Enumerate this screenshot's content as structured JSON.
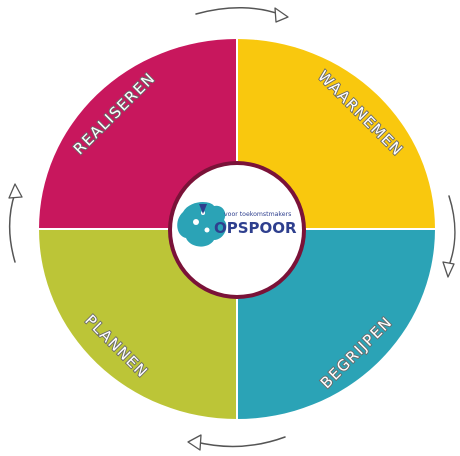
{
  "diagram": {
    "quadrants": [
      {
        "label": "WAARNEMEN",
        "color": "#f9c80e"
      },
      {
        "label": "BEGRIJPEN",
        "color": "#2ba3b6"
      },
      {
        "label": "PLANNEN",
        "color": "#bcc537"
      },
      {
        "label": "REALISEREN",
        "color": "#c8175d"
      }
    ],
    "center": {
      "ring_color": "#7a1238",
      "logo_name": "OPSPOOR",
      "logo_tagline": "voor toekomstmakers",
      "logo_colors": [
        "#2ba3b6",
        "#2e3f8e"
      ]
    },
    "arrows": {
      "direction": "clockwise",
      "color": "#555555"
    }
  }
}
